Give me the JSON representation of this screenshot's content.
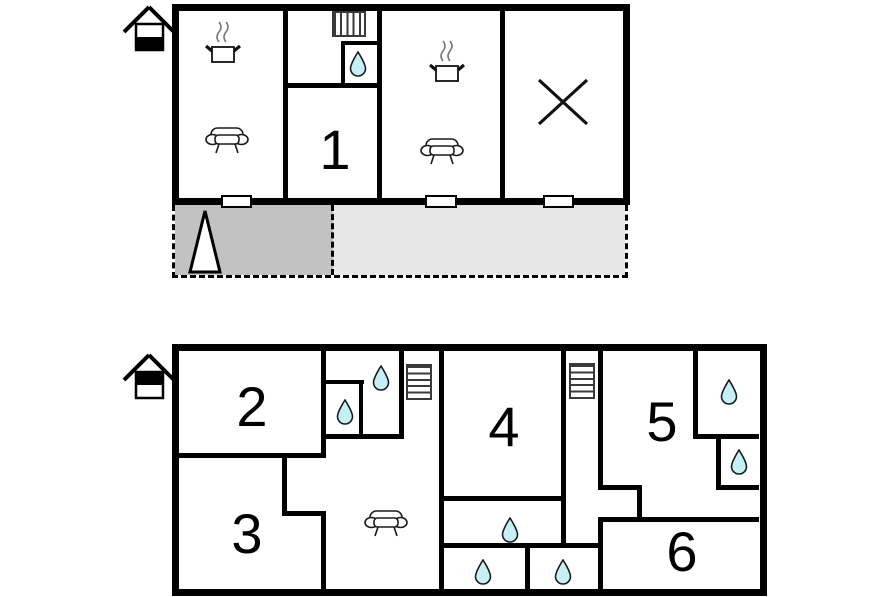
{
  "page": {
    "background": "#ffffff",
    "description": "holiday-house floor plan with two storeys, one terrace and numbered rooms"
  },
  "colors": {
    "wall": "#000000",
    "drop_fill": "#c7f0f6",
    "drop_stroke": "#1a1a1a",
    "terrace_dark": "#c2c2c2",
    "terrace_light": "#e6e6e6",
    "background": "#ffffff"
  },
  "top_plan": {
    "name": "storey plan A (house badge filled on lower half)",
    "room_labels": {
      "room1": "1"
    },
    "icons": [
      "house-storey-badge",
      "cooking-pot",
      "sofa",
      "radiator",
      "water-drop",
      "crossed-out-room",
      "terrace-cone"
    ]
  },
  "bottom_plan": {
    "name": "storey plan B (house badge filled on upper half)",
    "room_labels": {
      "room2": "2",
      "room3": "3",
      "room4": "4",
      "room5": "5",
      "room6": "6"
    },
    "icons": [
      "house-storey-badge",
      "radiator",
      "sofa",
      "water-drop"
    ]
  }
}
